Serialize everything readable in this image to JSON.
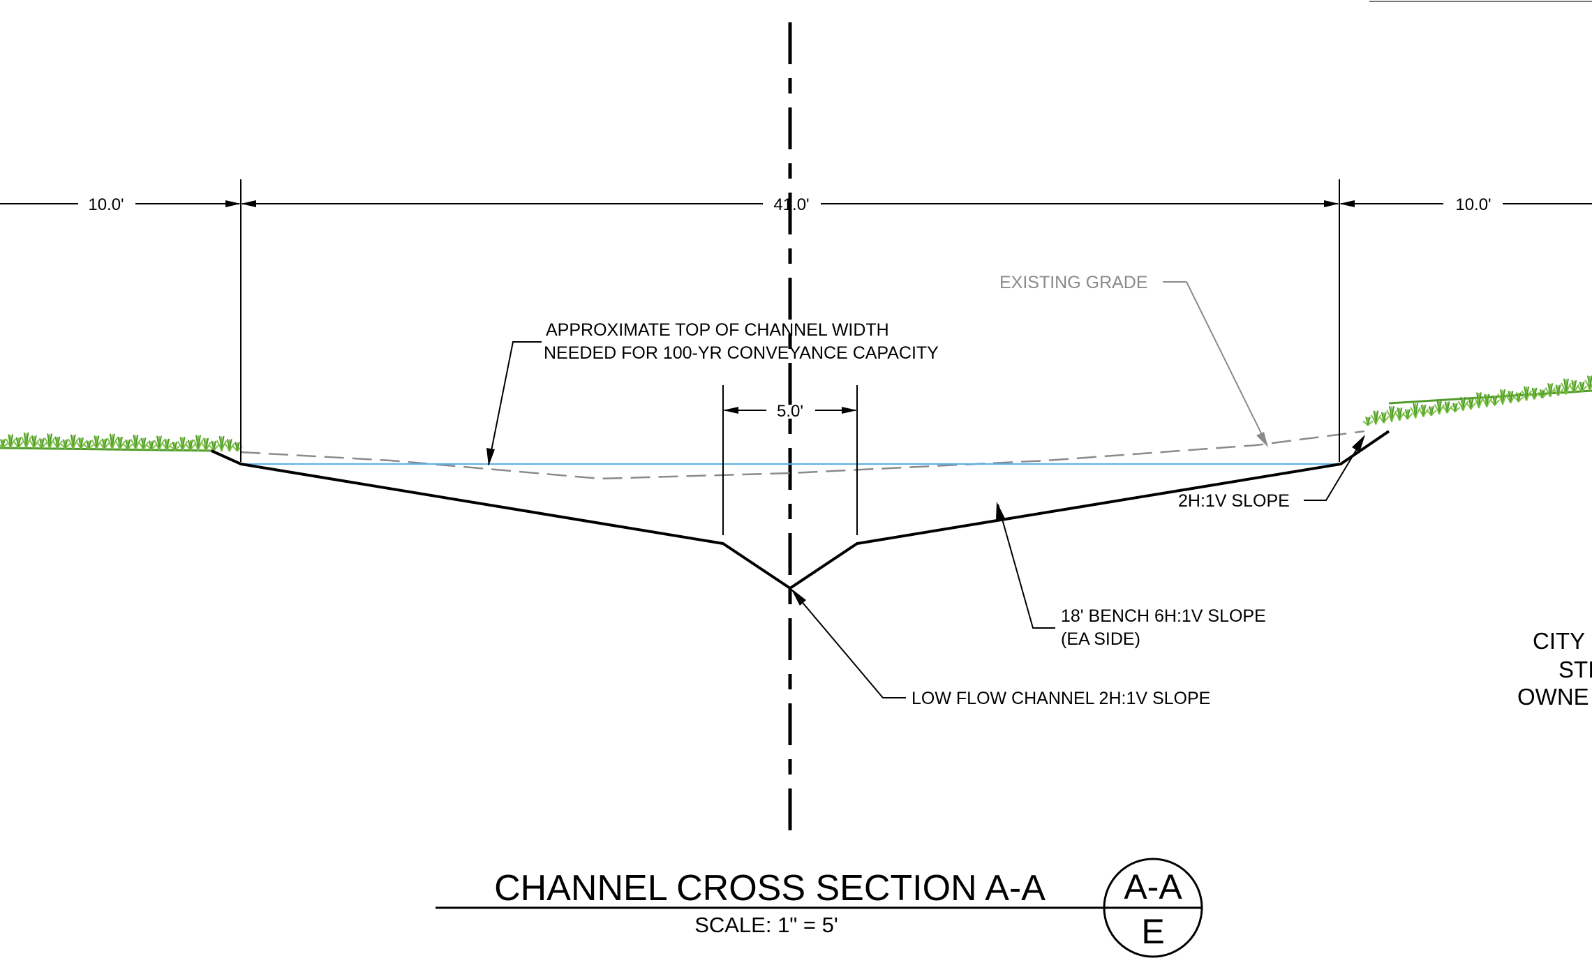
{
  "colors": {
    "ink": "#000000",
    "existing_grade": "#8a8a8a",
    "water_line": "#5aaee8",
    "grass": "#7cc143",
    "grass_dark": "#4f9a2a"
  },
  "dimensions": {
    "left_offset": "10.0'",
    "top_width": "41.0'",
    "right_offset": "10.0'",
    "low_flow_width": "5.0'"
  },
  "callouts": {
    "existing_grade": "EXISTING GRADE",
    "top_width_line1": "APPROXIMATE TOP OF CHANNEL WIDTH",
    "top_width_line2": "NEEDED FOR 100-YR CONVEYANCE CAPACITY",
    "side_slope": "2H:1V SLOPE",
    "bench_line1": "18' BENCH 6H:1V SLOPE",
    "bench_line2": "(EA SIDE)",
    "low_flow": "LOW FLOW CHANNEL 2H:1V SLOPE"
  },
  "title_block": {
    "title": "CHANNEL CROSS SECTION A-A",
    "scale": "SCALE: 1\" = 5'",
    "section_id": "A-A",
    "sheet_ref": "E"
  },
  "edge_text": {
    "line1": "CITY",
    "line2": "STI",
    "line3": "OWNE"
  },
  "icons": {
    "vegetation": "grass-tufts",
    "arrowheads": "dimension-arrows"
  }
}
